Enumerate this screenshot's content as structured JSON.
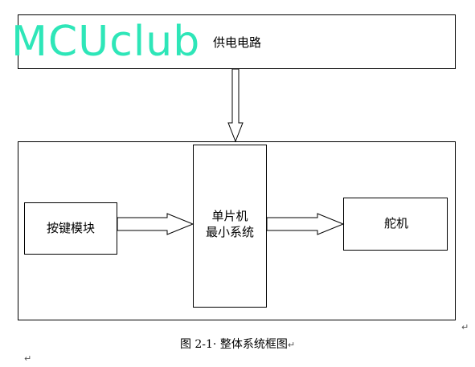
{
  "watermark": "MCUclub",
  "boxes": {
    "power": "供电电路",
    "keys": "按键模块",
    "mcu_line1": "单片机",
    "mcu_line2": "最小系统",
    "servo": "舵机"
  },
  "caption": "图 2-1· 整体系统框图",
  "para_mark": "↵",
  "colors": {
    "watermark": "#2ee6b8",
    "line": "#000000"
  }
}
